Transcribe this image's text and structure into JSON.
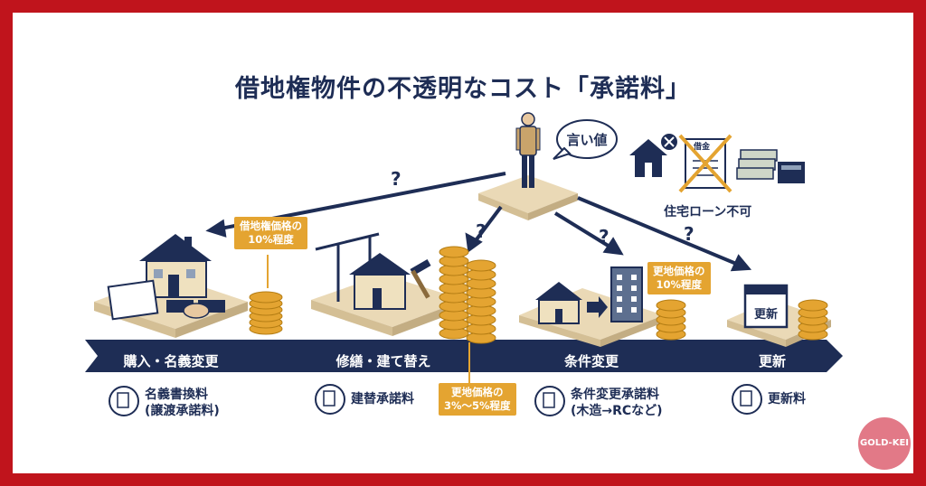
{
  "title": "借地権物件の不透明なコスト「承諾料」",
  "speech_bubble": "言い値",
  "loan_note": "住宅ローン不可",
  "document_label": "借金",
  "calendar_label": "更新",
  "question_mark": "?",
  "timeline": [
    {
      "label": "購入・名義変更",
      "fee_lines": [
        "名義書換料",
        "(譲渡承諾料)"
      ]
    },
    {
      "label": "修繕・建て替え",
      "fee_lines": [
        "建替承諾料"
      ]
    },
    {
      "label": "条件変更",
      "fee_lines": [
        "条件変更承諾料",
        "(木造→RCなど)"
      ]
    },
    {
      "label": "更新",
      "fee_lines": [
        "更新料"
      ]
    }
  ],
  "price_notes": {
    "purchase": [
      "借地権価格の",
      "10%程度"
    ],
    "rebuild": [
      "更地価格の",
      "3%〜5%程度"
    ],
    "renewal": [
      "更地価格の",
      "10%程度"
    ]
  },
  "badge": "GOLD-KEI",
  "colors": {
    "navy": "#1e2d55",
    "gold": "#e4a431",
    "red_frame": "#c0141c",
    "badge": "#e27987"
  }
}
